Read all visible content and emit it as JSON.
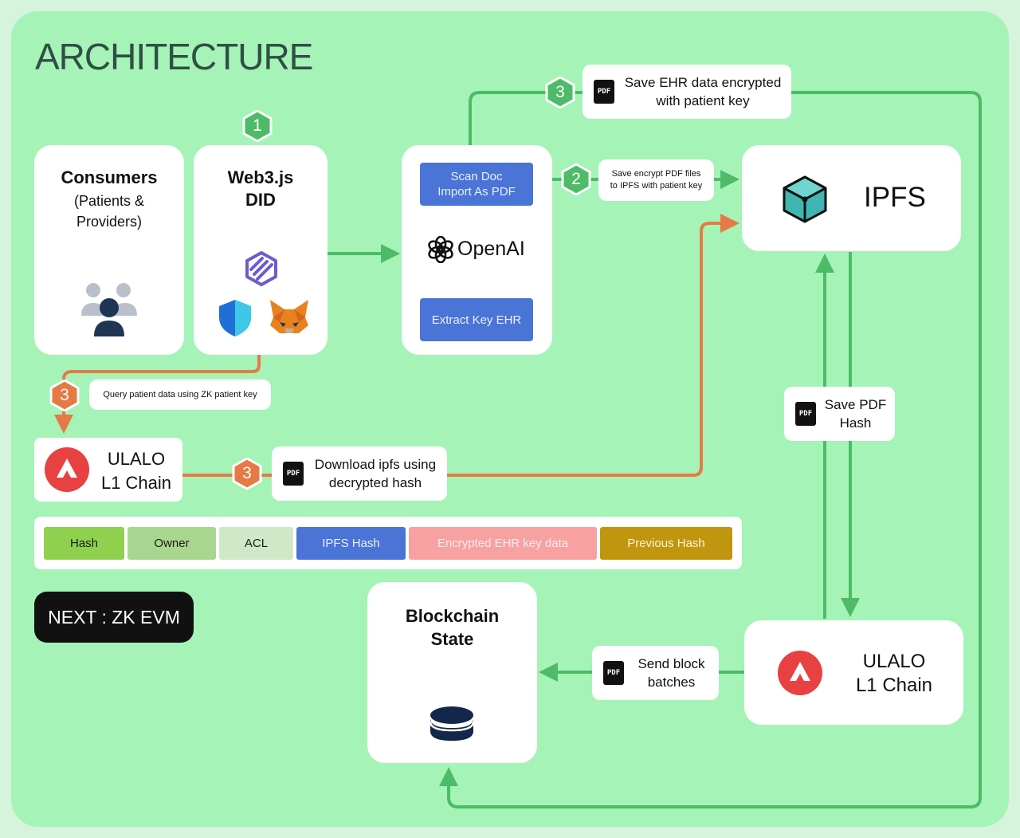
{
  "title": "ARCHITECTURE",
  "consumers": {
    "title": "Consumers",
    "subtitle_line1": "(Patients &",
    "subtitle_line2": "Providers)"
  },
  "web3": {
    "line1": "Web3.js",
    "line2": "DID"
  },
  "openai": {
    "scan_line1": "Scan Doc",
    "scan_line2": "Import As PDF",
    "brand": "OpenAI",
    "extract": "Extract Key EHR"
  },
  "ipfs": {
    "label": "IPFS"
  },
  "ulalo_left": {
    "line1": "ULALO",
    "line2": "L1 Chain"
  },
  "ulalo_right": {
    "line1": "ULALO",
    "line2": "L1 Chain"
  },
  "blockchain": {
    "line1": "Blockchain",
    "line2": "State"
  },
  "steps": {
    "step1": "1",
    "step2": "2",
    "step3_top": "3",
    "step3_query": "3",
    "step3_download": "3"
  },
  "labels": {
    "save_ehr_line1": "Save EHR data encrypted",
    "save_ehr_line2": "with patient key",
    "save_pdf_files_line1": "Save encrypt PDF files",
    "save_pdf_files_line2": "to IPFS with patient key",
    "query": "Query patient data using ZK patient key",
    "download_line1": "Download ipfs using",
    "download_line2": "decrypted hash",
    "save_pdf_hash_line1": "Save PDF",
    "save_pdf_hash_line2": "Hash",
    "send_block_line1": "Send block",
    "send_block_line2": "batches",
    "pdf_icon": "PDF"
  },
  "block_fields": [
    {
      "label": "Hash",
      "color": "#8fd14f"
    },
    {
      "label": "Owner",
      "color": "#a9d68e"
    },
    {
      "label": "ACL",
      "color": "#cfe8c6"
    },
    {
      "label": "IPFS Hash",
      "color": "#4a74d6"
    },
    {
      "label": "Encrypted EHR key data",
      "color": "#f7a1a1"
    },
    {
      "label": "Previous Hash",
      "color": "#c0960f"
    }
  ],
  "next": "NEXT : ZK EVM",
  "colors": {
    "green_line": "#4dbb67",
    "orange_line": "#e57a45",
    "green_badge": "#4dbb67",
    "orange_badge": "#e57a45"
  }
}
